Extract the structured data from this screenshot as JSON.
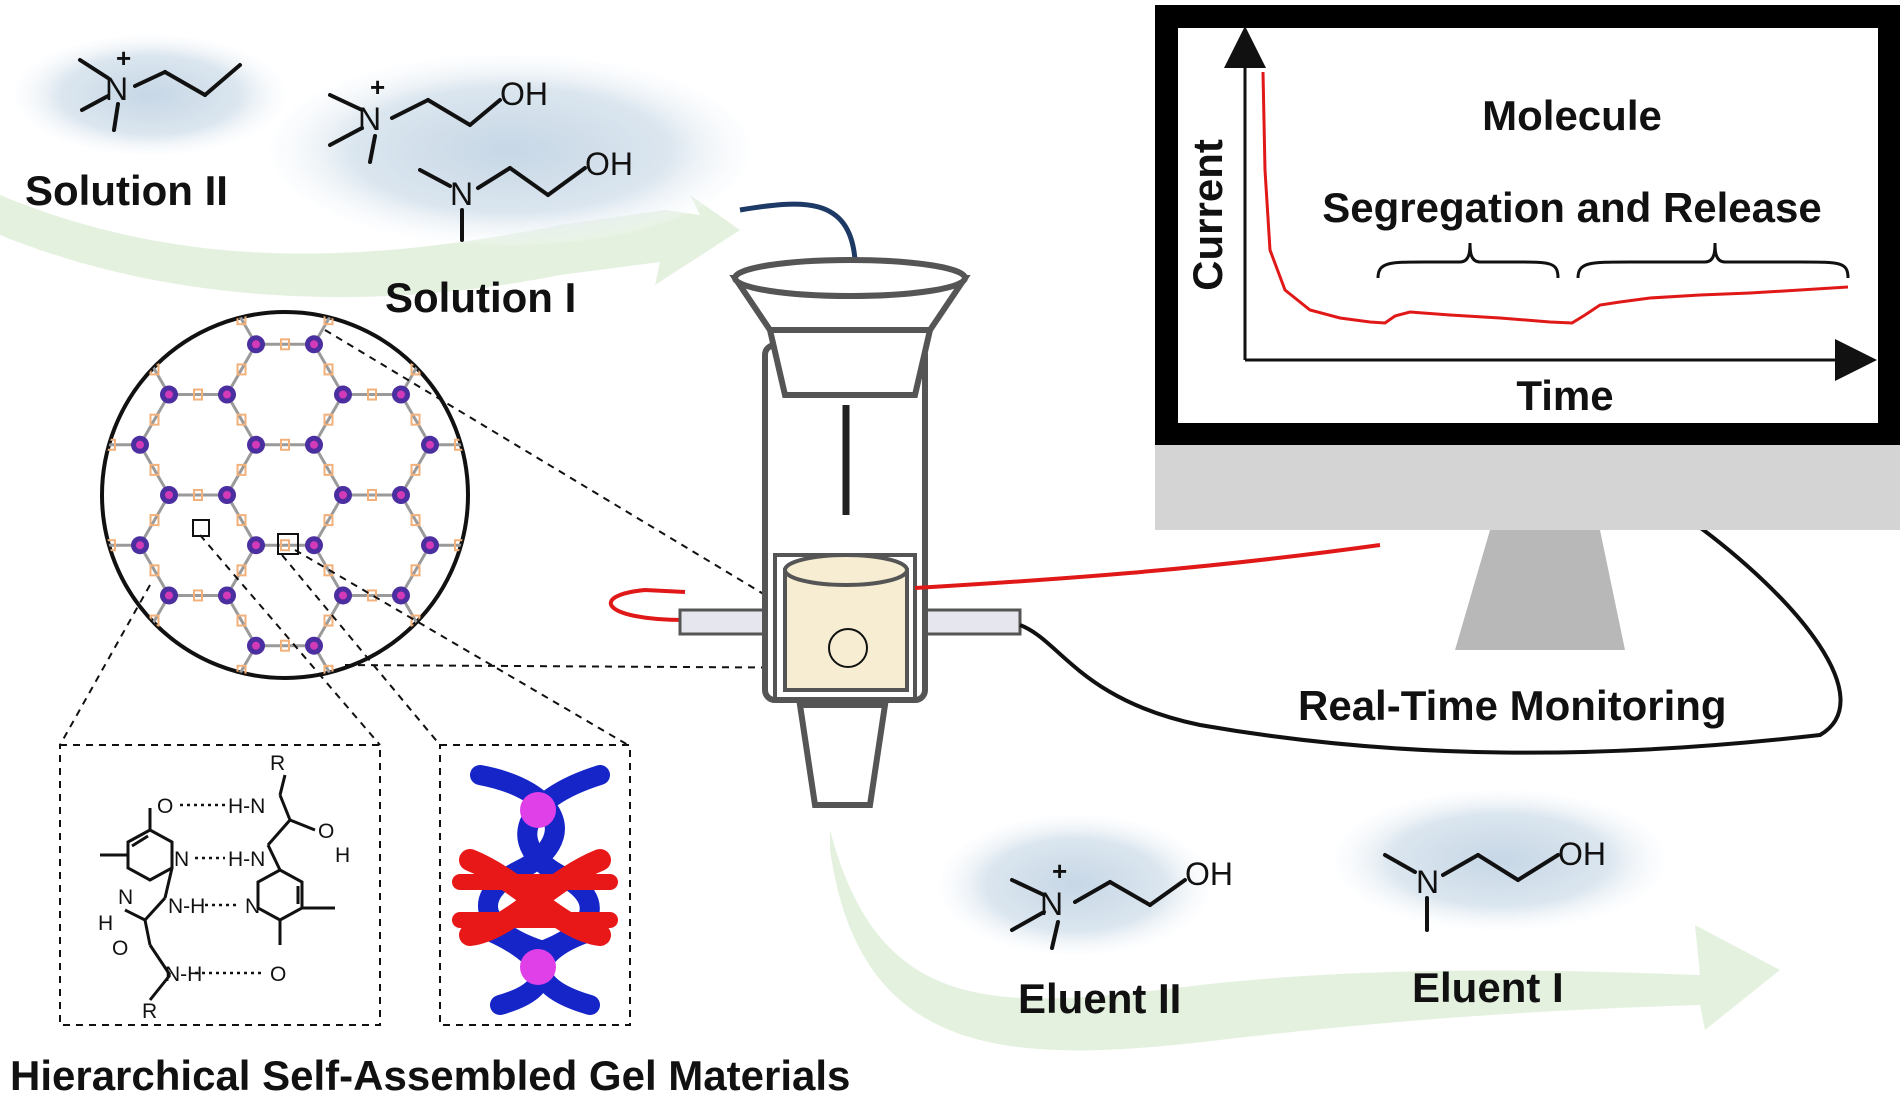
{
  "labels": {
    "solution_2": "Solution II",
    "solution_1": "Solution I",
    "eluent_2": "Eluent II",
    "eluent_1": "Eluent I",
    "bottom_title": "Hierarchical Self-Assembled Gel Materials",
    "monitoring": "Real-Time Monitoring"
  },
  "monitor": {
    "title_line1": "Molecule",
    "title_line2": "Segregation and Release",
    "x_axis": "Time",
    "y_axis": "Current"
  },
  "chemistry": {
    "n_plus": "N",
    "plus": "+",
    "n": "N",
    "oh": "OH",
    "o": "O",
    "h": "H",
    "r": "R",
    "hn": "H-N",
    "nh": "N-H",
    "o_dotted": "O",
    "n_dotted": "N"
  },
  "colors": {
    "curve": "#e01818",
    "wire_red": "#e01818",
    "wire_black": "#111111",
    "arrow": "#e4f1df",
    "cable_blue": "#1d3a66",
    "gel": "#f7edd2",
    "node_outer": "#4b2ea0",
    "node_inner": "#d23ab8",
    "linker": "#f2b07a",
    "helix_blue": "#1525c8",
    "helix_red": "#e81818",
    "ion_pink": "#e040e8"
  }
}
